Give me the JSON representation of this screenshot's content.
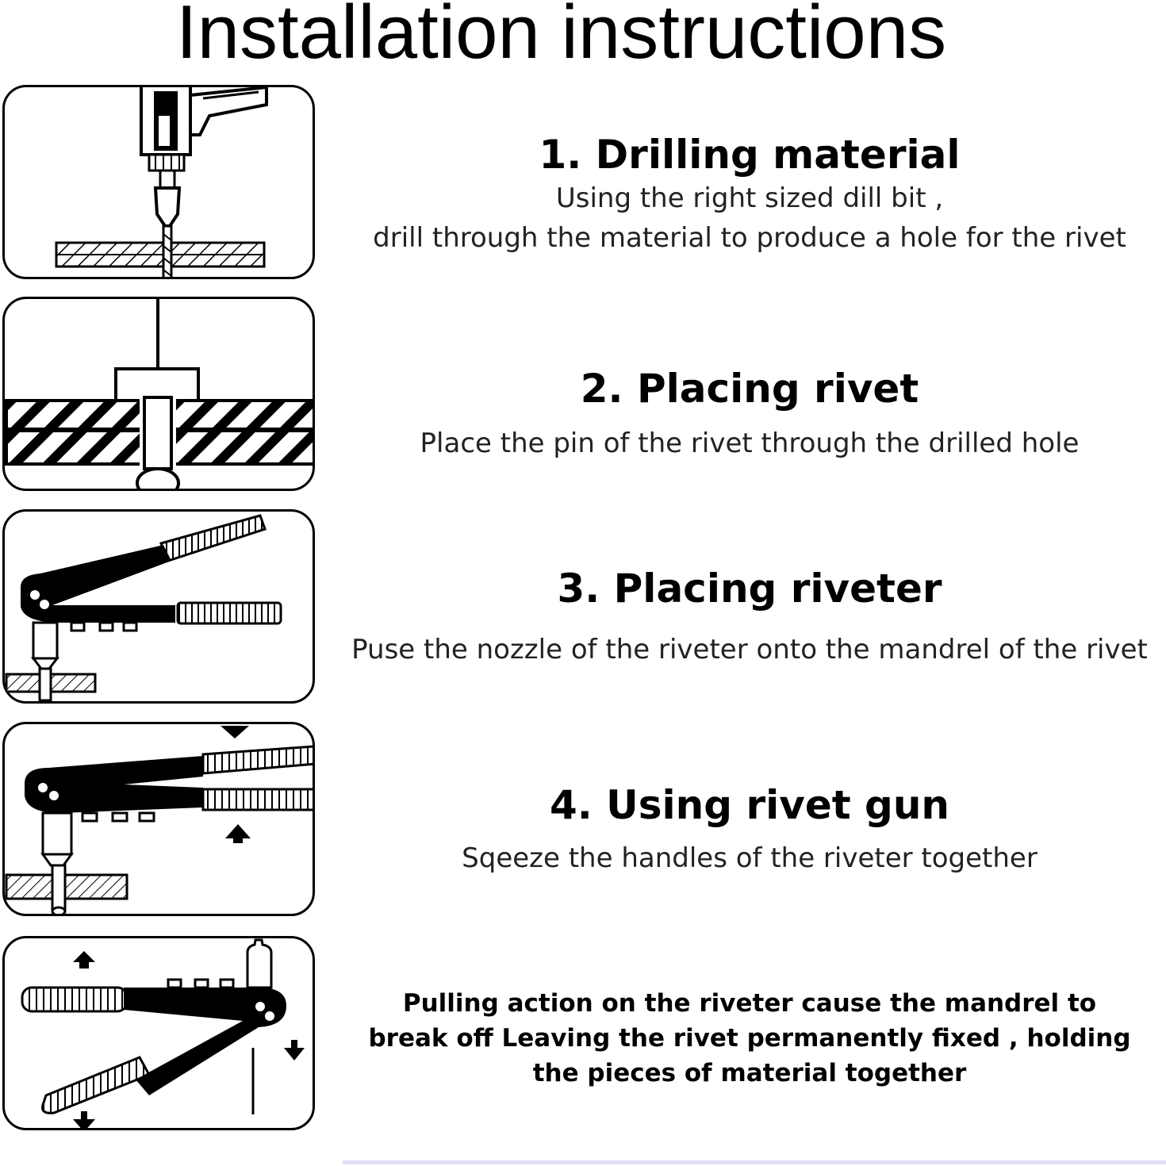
{
  "title": "Installation instructions",
  "steps": [
    {
      "heading": "1. Drilling material",
      "lines": [
        "Using the right sized dill bit ,",
        "drill through the material to produce a hole for the rivet"
      ],
      "icon": "drill-icon"
    },
    {
      "heading": "2. Placing rivet",
      "lines": [
        "Place the pin of the rivet through the drilled hole"
      ],
      "icon": "rivet-in-hole-icon"
    },
    {
      "heading": "3. Placing riveter",
      "lines": [
        "Puse the nozzle of the riveter onto the mandrel of the rivet"
      ],
      "icon": "riveter-placement-icon"
    },
    {
      "heading": "4. Using rivet gun",
      "lines": [
        "Sqeeze the handles of the riveter together"
      ],
      "icon": "riveter-squeeze-icon"
    },
    {
      "heading": "",
      "lines": [
        "Pulling action on the riveter cause the mandrel to",
        "break off Leaving the rivet permanently fixed , holding",
        "the pieces of material together"
      ],
      "icon": "riveter-release-icon"
    }
  ]
}
